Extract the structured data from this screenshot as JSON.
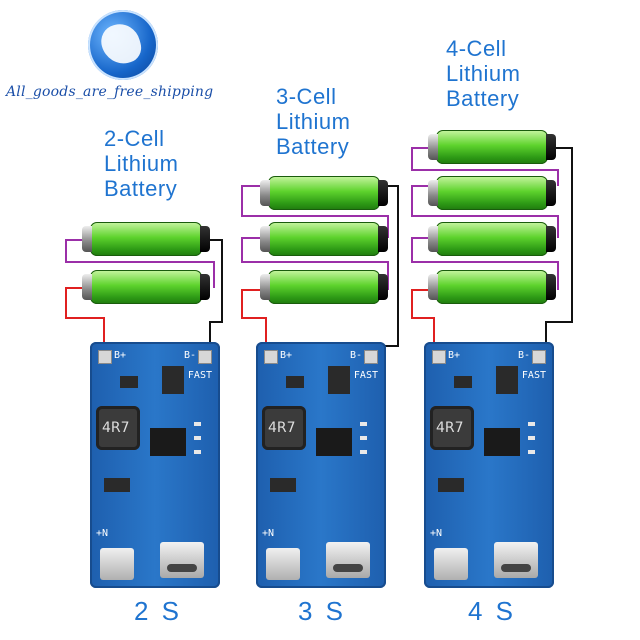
{
  "brand": {
    "text": "All_goods_are_free_shipping",
    "logo_icon": "globe-icon"
  },
  "colors": {
    "label_blue": "#1f74d0",
    "wire_red": "#e02020",
    "wire_purple": "#9b2fa8",
    "wire_black": "#111111",
    "board_blue": "#2a77c9"
  },
  "panels": [
    {
      "title": [
        "2-Cell",
        "Lithium",
        "Battery"
      ],
      "label": "2 S",
      "cells": 2
    },
    {
      "title": [
        "3-Cell",
        "Lithium",
        "Battery"
      ],
      "label": "3 S",
      "cells": 3
    },
    {
      "title": [
        "4-Cell",
        "Lithium",
        "Battery"
      ],
      "label": "4 S",
      "cells": 4
    }
  ],
  "board_silk": {
    "b_plus": "B+",
    "b_minus": "B-",
    "fast": "FAST",
    "inductor": "4R7",
    "n_in": "+N"
  }
}
